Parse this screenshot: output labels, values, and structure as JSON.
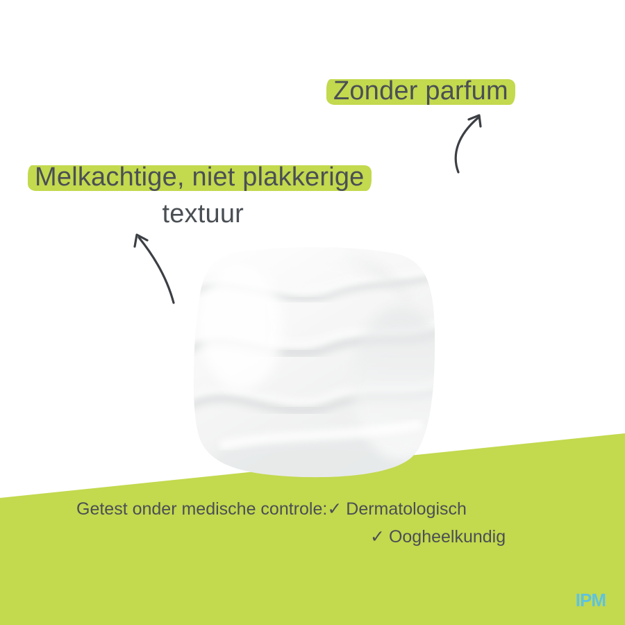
{
  "poster": {
    "background_color": "#ffffff",
    "band_color": "#c3d94e",
    "text_color": "#4a4f54",
    "logo_color": "#5ec3dd"
  },
  "callouts": [
    {
      "id": "zonder-parfum",
      "text": "Zonder parfum"
    },
    {
      "id": "textuur",
      "line1": "Melkachtige, niet plakkerige",
      "line2": "textuur"
    }
  ],
  "claims": {
    "intro": "Getest onder medische controle:",
    "check_glyph": "✓",
    "item1": "Dermatologisch",
    "item2": "Oogheelkundig"
  },
  "logo": {
    "text": "IPM"
  },
  "product": {
    "image_name": "cream-texture-swatch"
  }
}
